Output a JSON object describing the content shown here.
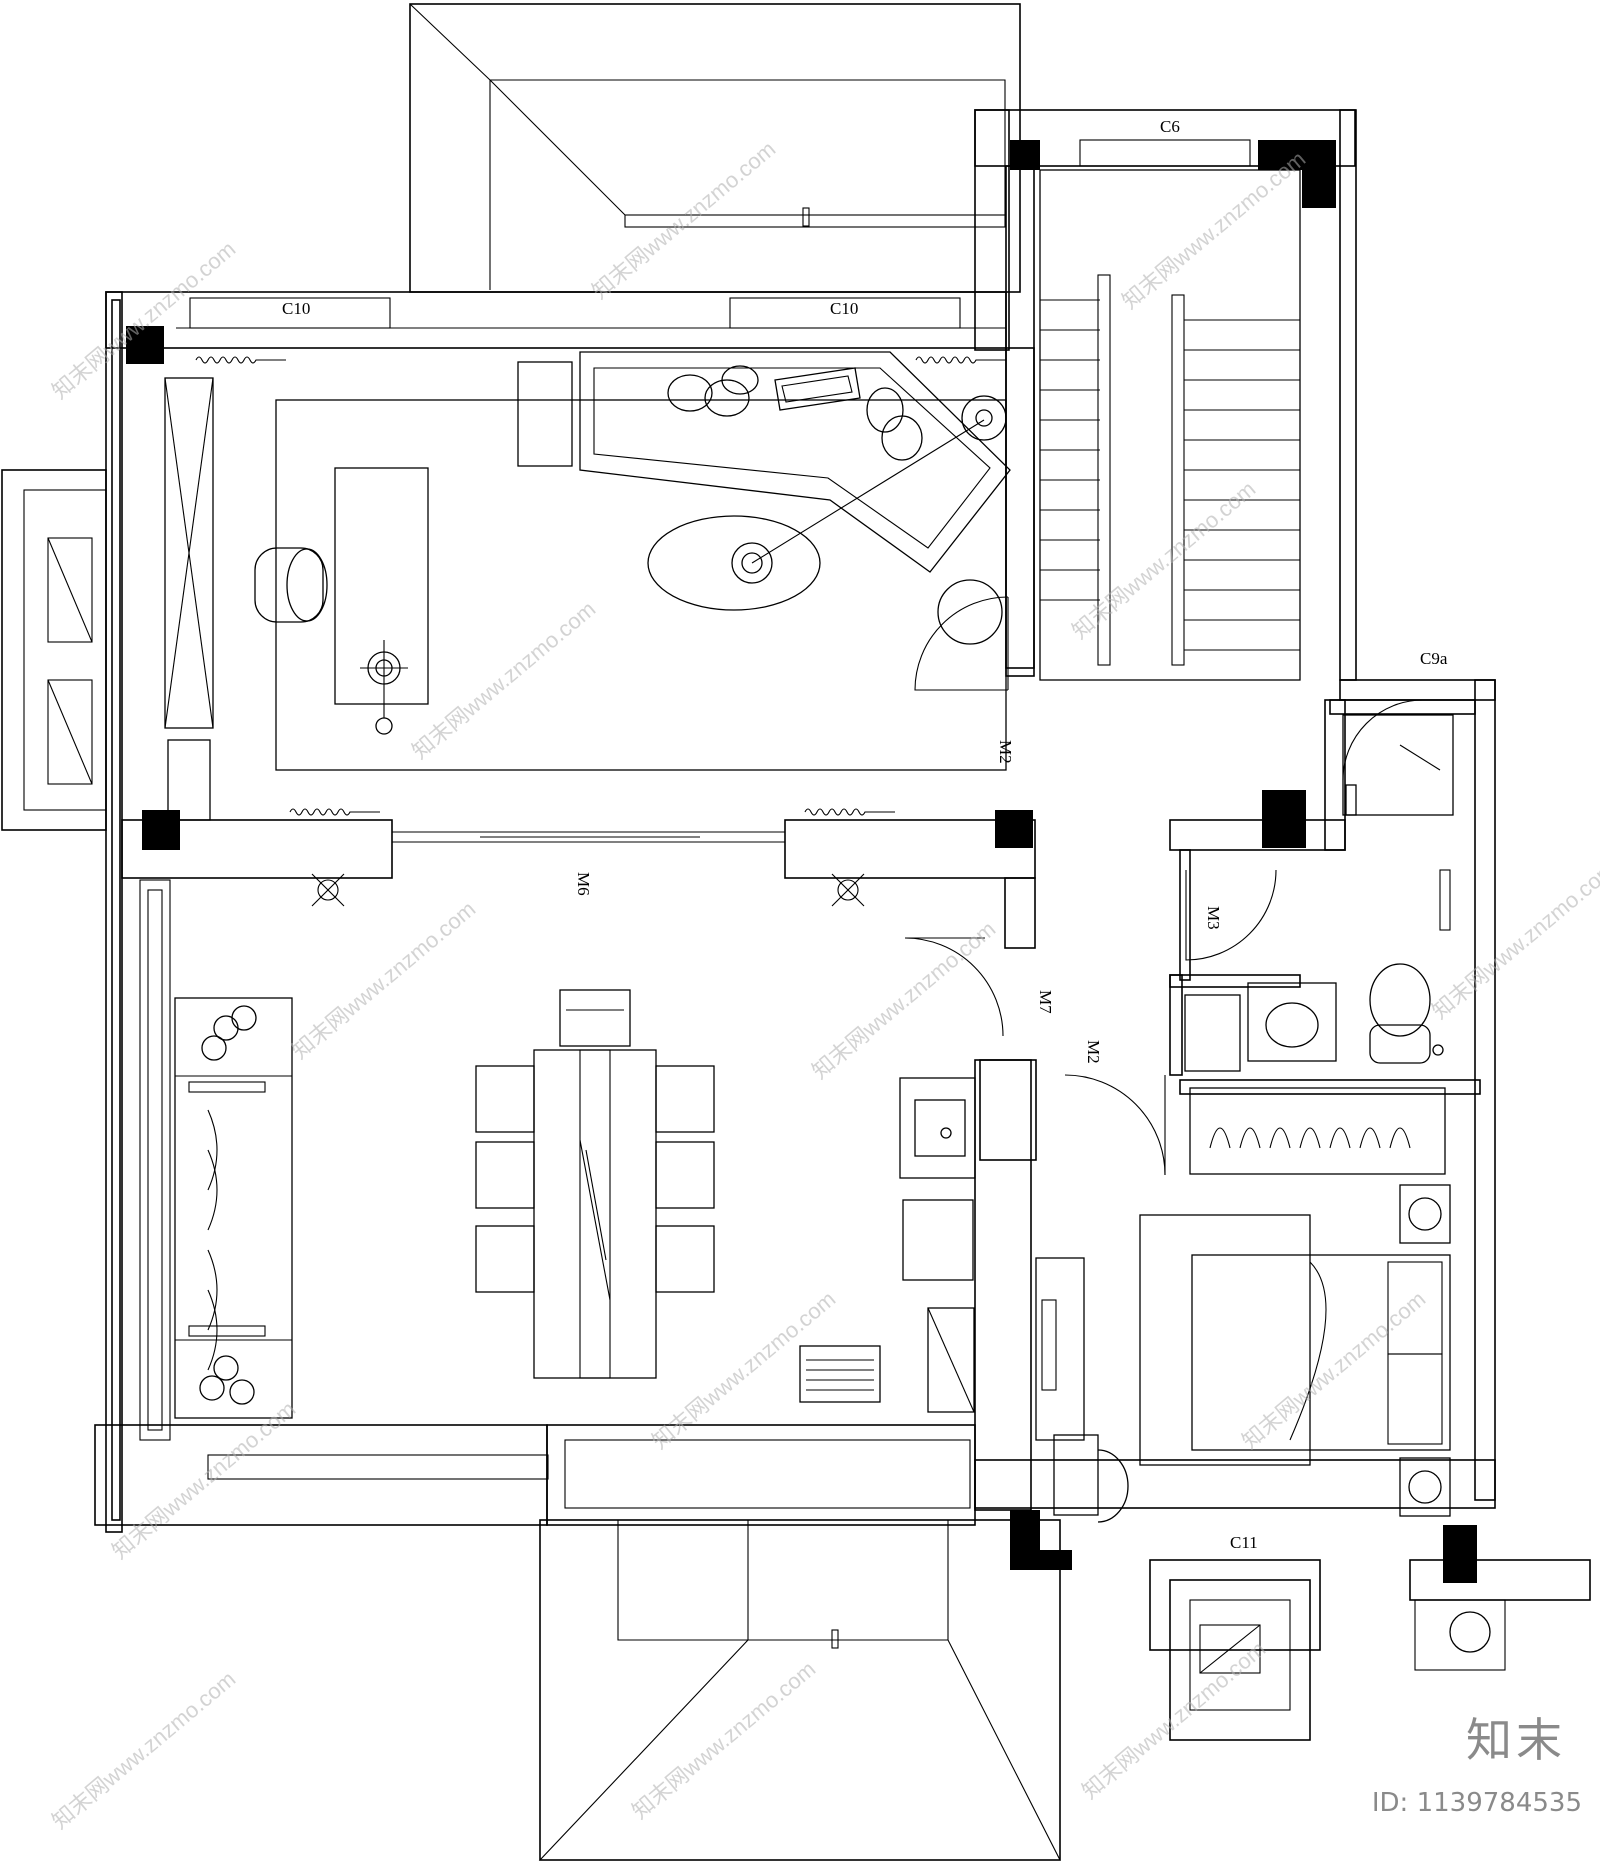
{
  "window_labels": {
    "c10_left": "C10",
    "c10_right": "C10",
    "c6": "C6",
    "c9a": "C9a",
    "c11": "C11"
  },
  "door_labels": {
    "m2_study": "M2",
    "m6": "M6",
    "m3": "M3",
    "m7": "M7",
    "m2_bedroom": "M2"
  },
  "watermark": {
    "text": "知末网www.znzmo.com",
    "brand": "知末",
    "id": "ID: 1139784535"
  }
}
